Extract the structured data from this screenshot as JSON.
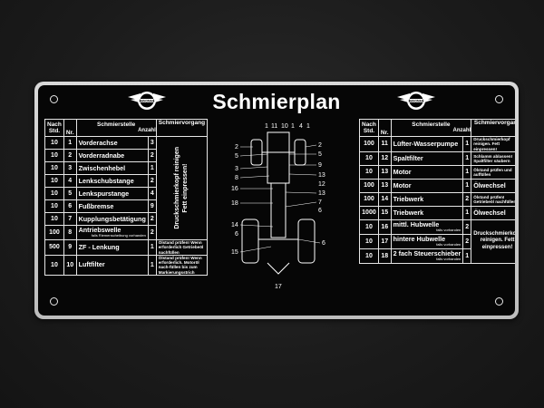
{
  "plate": {
    "title": "Schmierplan",
    "logo_icon": "hanomag-logo-icon"
  },
  "left_table": {
    "headers": {
      "nach": "Nach Std.",
      "nr": "Nr.",
      "schmierstelle": "Schmierstelle",
      "anzahl": "Anzahl",
      "vorgang": "Schmiervorgang"
    },
    "rows": [
      {
        "std": "10",
        "nr": "1",
        "name": "Vorderachse",
        "sub": "",
        "count": "3"
      },
      {
        "std": "10",
        "nr": "2",
        "name": "Vorderradnabe",
        "sub": "",
        "count": "2"
      },
      {
        "std": "10",
        "nr": "3",
        "name": "Zwischenhebel",
        "sub": "",
        "count": "1"
      },
      {
        "std": "10",
        "nr": "4",
        "name": "Lenkschubstange",
        "sub": "",
        "count": "2"
      },
      {
        "std": "10",
        "nr": "5",
        "name": "Lenkspurstange",
        "sub": "",
        "count": "4"
      },
      {
        "std": "10",
        "nr": "6",
        "name": "Fußbremse",
        "sub": "",
        "count": "9"
      },
      {
        "std": "10",
        "nr": "7",
        "name": "Kupplungsbetätigung",
        "sub": "",
        "count": "2"
      },
      {
        "std": "100",
        "nr": "8",
        "name": "Antriebswelle",
        "sub": "falls Riemenscheibung vorhanden",
        "count": "2"
      },
      {
        "std": "500",
        "nr": "9",
        "name": "ZF - Lenkung",
        "sub": "",
        "count": "1",
        "action": "Ölstand prüfen! Wenn erforderlich Getriebeöl nachfüllen"
      },
      {
        "std": "10",
        "nr": "10",
        "name": "Luftfilter",
        "sub": "",
        "count": "1",
        "action": "Ölstand prüfen! Wenn erforderlich. Motoröl nach-füllen bis zum Markierungsstrich"
      }
    ],
    "vertical_action": "Druckschmierkopf reinigen\nFett einpressen!"
  },
  "right_table": {
    "headers": {
      "nach": "Nach Std.",
      "nr": "Nr.",
      "schmierstelle": "Schmierstelle",
      "anzahl": "Anzahl",
      "vorgang": "Schmiervorgang"
    },
    "rows": [
      {
        "std": "100",
        "nr": "11",
        "name": "Lüfter-Wasserpumpe",
        "sub": "",
        "count": "1",
        "action": "Druckschmierkopf reinigen. Fett einpressen!"
      },
      {
        "std": "10",
        "nr": "12",
        "name": "Spaltfilter",
        "sub": "",
        "count": "1",
        "action": "Schlamm ablassen! Spaltfilter säubern"
      },
      {
        "std": "10",
        "nr": "13",
        "name": "Motor",
        "sub": "",
        "count": "1",
        "action": "Ölstand prüfen und auffüllen"
      },
      {
        "std": "100",
        "nr": "13",
        "name": "Motor",
        "sub": "",
        "count": "1",
        "action": "Ölwechsel"
      },
      {
        "std": "100",
        "nr": "14",
        "name": "Triebwerk",
        "sub": "",
        "count": "2",
        "action": "Ölstand prüfen! Getriebeöl nachfüllen"
      },
      {
        "std": "1000",
        "nr": "15",
        "name": "Triebwerk",
        "sub": "",
        "count": "1",
        "action": "Ölwechsel"
      },
      {
        "std": "10",
        "nr": "16",
        "name": "mittl. Hubwelle",
        "sub": "falls vorhanden",
        "count": "2"
      },
      {
        "std": "10",
        "nr": "17",
        "name": "hintere Hubwelle",
        "sub": "falls vorhanden",
        "count": "2"
      },
      {
        "std": "10",
        "nr": "18",
        "name": "2 fach Steuerschieber",
        "sub": "falls vorhanden",
        "count": "1"
      }
    ],
    "shared_action": "Druckschmierkopf reinigen. Fett einpressen!"
  },
  "diagram": {
    "top_labels": [
      "1",
      "11",
      "10",
      "1",
      "4",
      "1"
    ],
    "left_labels": [
      "2",
      "5",
      "3",
      "8",
      "16",
      "18",
      "14",
      "6",
      "15"
    ],
    "right_labels": [
      "2",
      "5",
      "9",
      "13",
      "12",
      "13",
      "7",
      "6",
      "6"
    ],
    "bottom_label": "17"
  }
}
